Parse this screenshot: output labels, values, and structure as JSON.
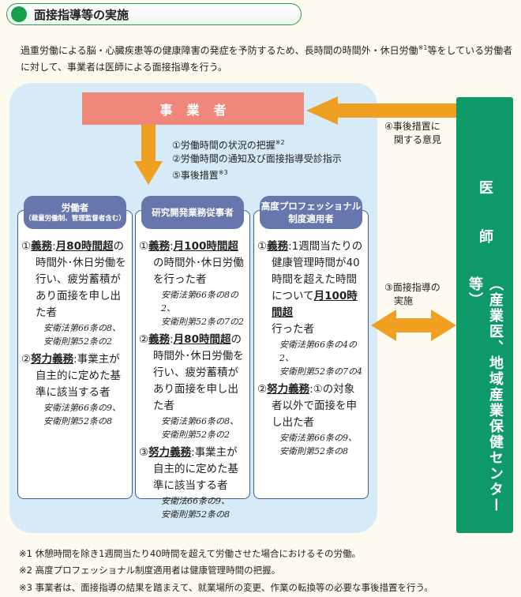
{
  "header": {
    "title": "面接指導等の実施"
  },
  "intro": {
    "text_a": "過重労働による脳・心臓疾患等の健康障害の発症を予防するため、長時間の時間外・休日労働",
    "sup": "※1",
    "text_b": "等をしている労働者に対して、事業者は医師による面接指導を行う。"
  },
  "employer": "事業者",
  "steps": [
    {
      "text": "①労働時間の状況の把握",
      "sup": "※2"
    },
    {
      "text": "②労働時間の通知及び面接指導受診指示",
      "sup": ""
    },
    {
      "text": "⑤事後措置",
      "sup": "※3"
    }
  ],
  "doctor": {
    "a": "医",
    "b": "師",
    "c": "（産業医、地域産業保健センター等）"
  },
  "labels": {
    "opinion_1": "④事後措置に",
    "opinion_2": "関する意見",
    "interview_1": "③面接指導の",
    "interview_2": "実施"
  },
  "columns": [
    {
      "title": "労働者",
      "subtitle": "（裁量労働制、管理監督者含む）",
      "items": [
        {
          "num": "①",
          "label": "義務",
          "hl": "月80時間超",
          "text": "の時間外･休日労働を行い、疲労蓄積があり面接を申し出た者",
          "refs": [
            "安衛法第66条の8、",
            "安衛則第52条の2"
          ]
        },
        {
          "num": "②",
          "label": "努力義務",
          "hl": "",
          "text": "事業主が自主的に定めた基準に該当する者",
          "refs": [
            "安衛法第66条の9、",
            "安衛則第52条の8"
          ]
        }
      ]
    },
    {
      "title": "研究開発業務従事者",
      "subtitle": "",
      "items": [
        {
          "num": "①",
          "label": "義務",
          "hl": "月100時間超",
          "text": "の時間外･休日労働を行った者",
          "refs": [
            "安衛法第66条の8の2、",
            "安衛則第52条の7の2"
          ]
        },
        {
          "num": "②",
          "label": "義務",
          "hl": "月80時間超",
          "text": "の時間外･休日労働を行い、疲労蓄積があり面接を申し出た者",
          "refs": [
            "安衛法第66条の8、",
            "安衛則第52条の2"
          ]
        },
        {
          "num": "③",
          "label": "努力義務",
          "hl": "",
          "text": "事業主が自主的に定めた基準に該当する者",
          "refs": [
            "安衛法66条の9、",
            "安衛則第52条の8"
          ]
        }
      ]
    },
    {
      "title": "高度プロフェッショナル",
      "subtitle": "制度適用者",
      "items": [
        {
          "num": "①",
          "label": "義務",
          "hl": "",
          "text": "1週間当たりの健康管理時間が40時間を超えた時間について",
          "hl2": "月100時間超",
          "text2": "行った者",
          "refs": [
            "安衛法第66条の4の2、",
            "安衛則第52条の7の4"
          ]
        },
        {
          "num": "②",
          "label": "努力義務",
          "hl": "",
          "text": "①の対象者以外で面接を申し出た者",
          "refs": [
            "安衛法第66条の9、",
            "安衛則第52条の8"
          ]
        }
      ]
    }
  ],
  "footnotes": [
    "※1 休憩時間を除き1週間当たり40時間を超えて労働させた場合におけるその労働。",
    "※2 高度プロフェッショナル制度適用者は健康管理時間の把握。",
    "※3 事業者は、面接指導の結果を踏まえて、就業場所の変更、作業の転換等の必要な事後措置を行う。"
  ],
  "colors": {
    "accent_orange": "#f0a020",
    "employer": "#f0877b",
    "doctor": "#0e9a68",
    "panel": "#d6ebf7",
    "header_pill": "#6777ae"
  }
}
